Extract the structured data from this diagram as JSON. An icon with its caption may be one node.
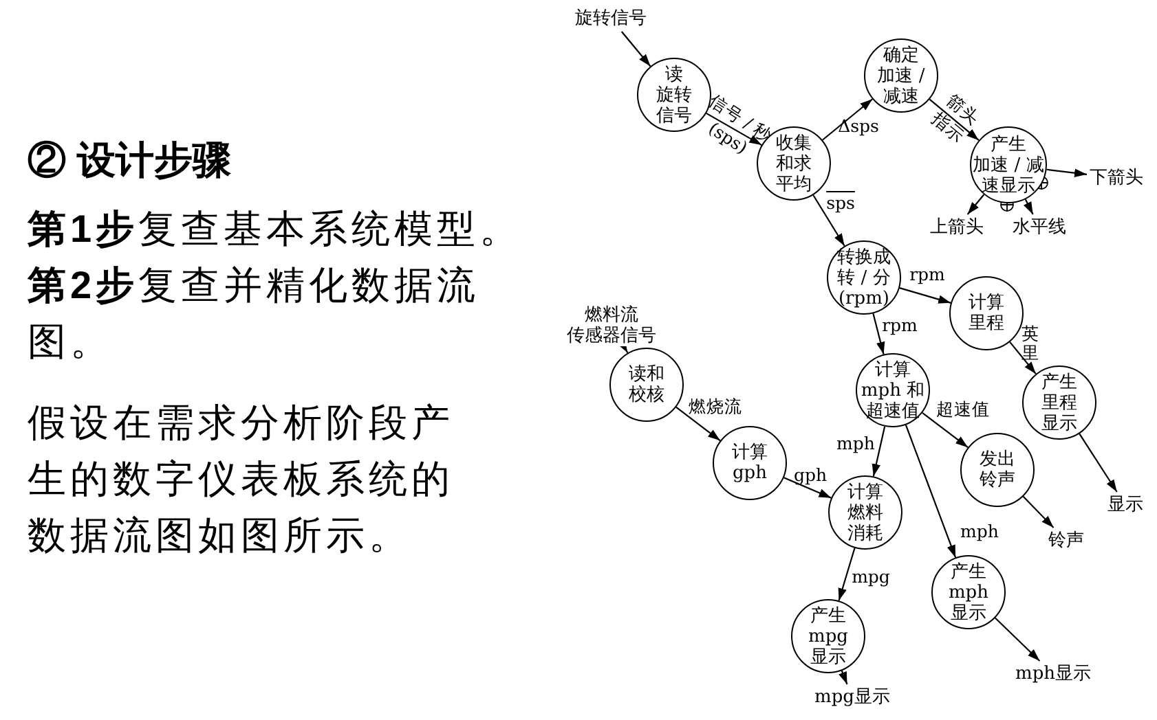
{
  "diagram": {
    "title": "② 设计步骤",
    "nodes": [
      {
        "text": [
          "旋转信号"
        ]
      },
      {
        "text": [
          "读旋转信号"
        ]
      },
      {
        "text": [
          "收集和求平均"
        ]
      },
      {
        "text": [
          "确定加速 / 减速"
        ]
      },
      {
        "text": [
          "产生加速 / 减速显示"
        ]
      },
      {
        "text": [
          "下箭头"
        ]
      },
      {
        "text": [
          "上箭头"
        ]
      },
      {
        "text": [
          "水平线"
        ]
      },
      {
        "text": [
          "转换成转 / 分 (rpm)"
        ]
      },
      {
        "text": [
          "计算里程"
        ]
      },
      {
        "text": [
          "燃料流传感器信号"
        ]
      },
      {
        "text": [
          "读和校核"
        ]
      },
      {
        "text": [
          "计算mph 和超速值"
        ]
      },
      {
        "text": [
          "产生里程显示"
        ]
      },
      {
        "text": [
          "计算gph"
        ]
      },
      {
        "text": [
          "发出铃声"
        ]
      },
      {
        "text": [
          "显示"
        ]
      },
      {
        "text": [
          "计算燃料消耗"
        ]
      },
      {
        "text": [
          "铃声"
        ]
      },
      {
        "text": [
          "产生mph显示"
        ]
      },
      {
        "text": [
          "产生mpg显示"
        ]
      },
      {
        "text": [
          "mph显示"
        ]
      },
      {
        "text": [
          "mpg显示"
        ]
      }
    ],
    "edges": [
      {
        "from": 0,
        "to": 1,
        "arrow": "to"
      },
      {
        "from": 1,
        "to": 2,
        "arrow": "to",
        "label": "信号 / 秒 (sps)"
      },
      {
        "from": 2,
        "to": 3,
        "arrow": "to",
        "label": "Δsps"
      },
      {
        "from": 3,
        "to": 4,
        "arrow": "to",
        "label": "箭头指示"
      },
      {
        "from": 4,
        "to": 5,
        "arrow": "to"
      },
      {
        "from": 4,
        "to": 6,
        "arrow": "to"
      },
      {
        "from": 4,
        "to": 7,
        "arrow": "to"
      },
      {
        "from": 2,
        "to": 8,
        "arrow": "to",
        "label": "sps"
      },
      {
        "from": 8,
        "to": 9,
        "arrow": "to",
        "label": "rpm"
      },
      {
        "from": 8,
        "to": 12,
        "arrow": "to",
        "label": "rpm"
      },
      {
        "from": 9,
        "to": 13,
        "arrow": "to",
        "label": "英里"
      },
      {
        "from": 13,
        "to": 16,
        "arrow": "to"
      },
      {
        "from": 10,
        "to": 11,
        "arrow": "to"
      },
      {
        "from": 11,
        "to": 14,
        "arrow": "to",
        "label": "燃烧流"
      },
      {
        "from": 12,
        "to": 15,
        "arrow": "to",
        "label": "超速值"
      },
      {
        "from": 15,
        "to": 18,
        "arrow": "to"
      },
      {
        "from": 12,
        "to": 17,
        "arrow": "to",
        "label": "mph"
      },
      {
        "from": 14,
        "to": 17,
        "arrow": "to",
        "label": "gph"
      },
      {
        "from": 12,
        "to": 19,
        "arrow": "to",
        "label": "mph"
      },
      {
        "from": 17,
        "to": 20,
        "arrow": "to",
        "label": "mpg"
      },
      {
        "from": 19,
        "to": 21,
        "arrow": "to"
      },
      {
        "from": 20,
        "to": 22,
        "arrow": "to"
      }
    ],
    "labels": [
      "**第1步**复查基本系统模型。",
      "**第2步**复查并精化数据流图。",
      "假设在需求分析阶段产生的数字仪表板系统的数据流图如图所示。"
    ]
  }
}
